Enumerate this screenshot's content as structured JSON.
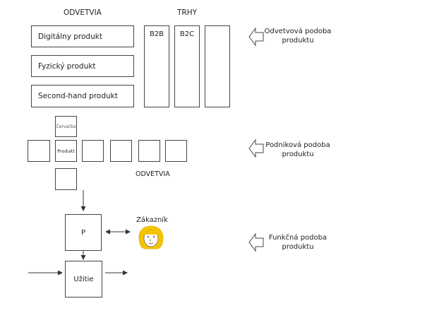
{
  "industry_level": {
    "header": "ODVETVIA",
    "products": [
      "Digitálny produkt",
      "Fyzický produkt",
      "Second-hand produkt"
    ]
  },
  "markets": {
    "header": "TRHY",
    "columns": [
      "B2B",
      "B2C",
      ""
    ]
  },
  "side_labels": {
    "industry": "Odvetvová podoba produktu",
    "company": "Podniková podoba produktu",
    "functional": "Funkčná podoba produktu"
  },
  "company_level": {
    "top_box": "Červačka",
    "center_box": "Produkt",
    "industries_label": "ODVETVIA"
  },
  "functional_level": {
    "p_box": "P",
    "use_box": "Užitie",
    "customer_label": "Zákazník"
  },
  "colors": {
    "stroke": "#444444",
    "customer_hair": "#f5c400"
  }
}
